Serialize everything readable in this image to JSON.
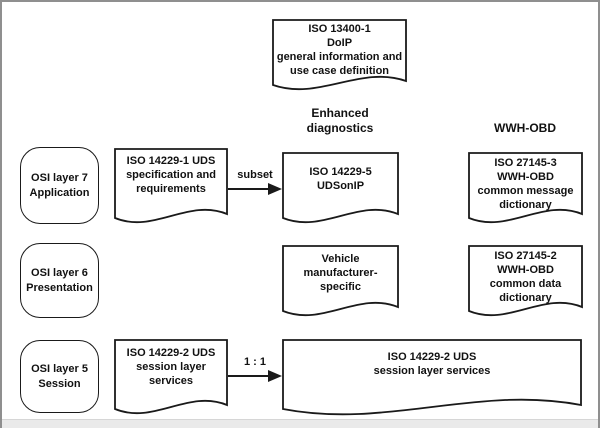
{
  "diagram": {
    "colors": {
      "background": "#ffffff",
      "shape_stroke": "#1a1a1a",
      "text": "#111111",
      "window_frame": "#8f8f8f"
    },
    "column_headers": {
      "enhanced_diagnostics": "Enhanced\ndiagnostics",
      "wwh_obd": "WWH-OBD"
    },
    "osi_layers": [
      {
        "label": "OSI layer 7\nApplication"
      },
      {
        "label": "OSI layer 6\nPresentation"
      },
      {
        "label": "OSI layer 5\nSession"
      }
    ],
    "documents": {
      "iso_13400_1": "ISO 13400-1\nDoIP\ngeneral information and\nuse case definition",
      "iso_14229_1": "ISO 14229-1 UDS\nspecification and\nrequirements",
      "iso_14229_5": "ISO 14229-5\nUDSonIP",
      "iso_27145_3": "ISO 27145-3\nWWH-OBD\ncommon message\ndictionary",
      "vehicle_specific": "Vehicle\nmanufacturer-\nspecific",
      "iso_27145_2": "ISO 27145-2\nWWH-OBD\ncommon data\ndictionary",
      "iso_14229_2": "ISO 14229-2 UDS\nsession layer\nservices",
      "iso_14229_2_wide": "ISO 14229-2 UDS\nsession layer services"
    },
    "arrows": {
      "subset": "subset",
      "one_to_one": "1 : 1"
    }
  }
}
